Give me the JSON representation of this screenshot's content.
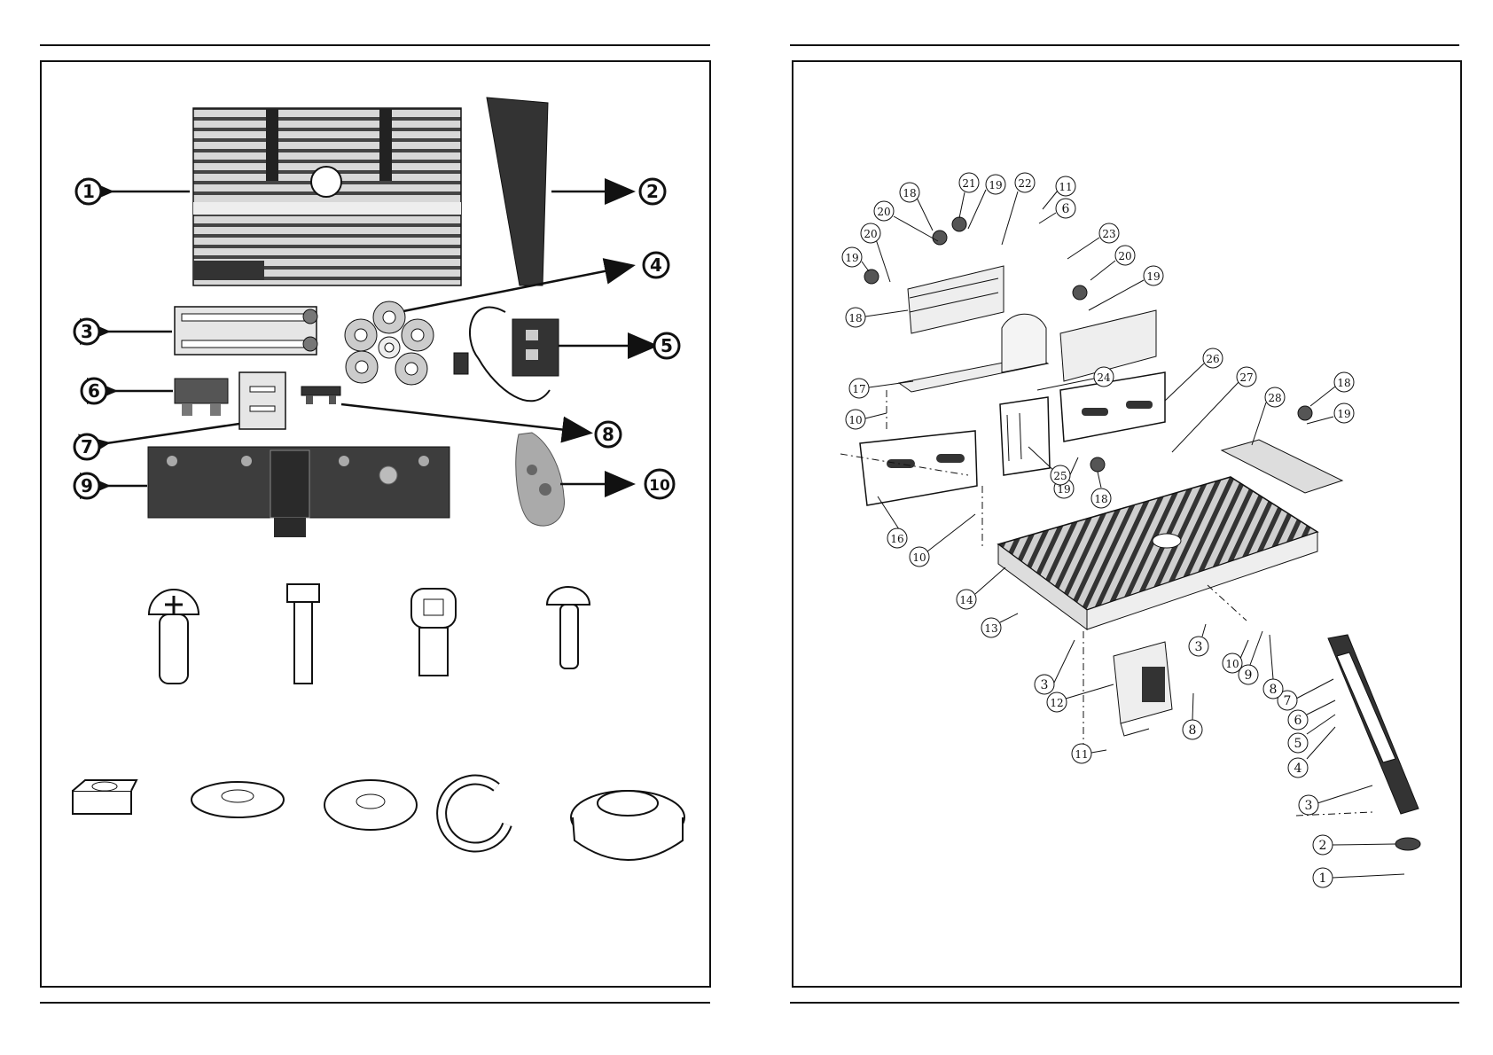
{
  "pages": [
    {
      "name": "parts-list-page",
      "callouts": [
        "1",
        "2",
        "3",
        "4",
        "5",
        "6",
        "7",
        "8",
        "9",
        "10"
      ]
    },
    {
      "name": "exploded-view-page",
      "labels": [
        "1",
        "2",
        "3",
        "3",
        "3",
        "4",
        "5",
        "6",
        "6",
        "7",
        "8",
        "8",
        "8",
        "9",
        "10",
        "10",
        "10",
        "10",
        "11",
        "11",
        "12",
        "13",
        "14",
        "16",
        "17",
        "18",
        "18",
        "18",
        "18",
        "19",
        "19",
        "19",
        "19",
        "19",
        "20",
        "20",
        "20",
        "21",
        "22",
        "23",
        "24",
        "25",
        "26",
        "27",
        "28"
      ]
    }
  ],
  "icons": {
    "hardware_row_1": [
      "pan-head-screw-icon",
      "hex-bolt-icon",
      "socket-cap-screw-icon",
      "carriage-bolt-icon"
    ],
    "hardware_row_2": [
      "hex-nut-icon",
      "flat-washer-icon",
      "large-flat-washer-icon",
      "spring-washer-icon",
      "star-knob-icon"
    ]
  },
  "colors": {
    "ink": "#111111",
    "paper": "#ffffff",
    "part_fill": "#d9d9d9",
    "part_dark": "#3a3a3a"
  }
}
